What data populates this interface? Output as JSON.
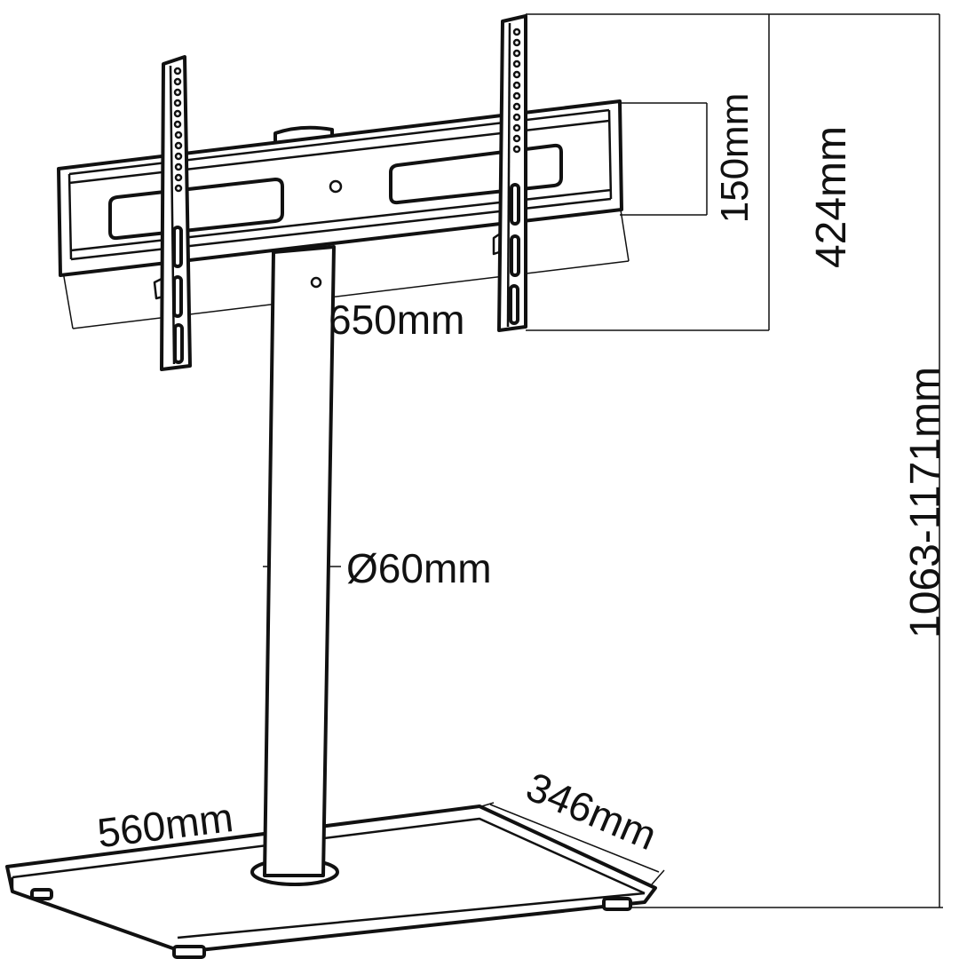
{
  "diagram": {
    "dimensions": {
      "bracket_width": "650mm",
      "bracket_height": "150mm",
      "top_to_base_height": "424mm",
      "total_height": "1063-1171mm",
      "pole_diameter": "Ø60mm",
      "base_width": "560mm",
      "base_depth": "346mm"
    },
    "colors": {
      "line": "#111111",
      "background": "#ffffff"
    }
  }
}
